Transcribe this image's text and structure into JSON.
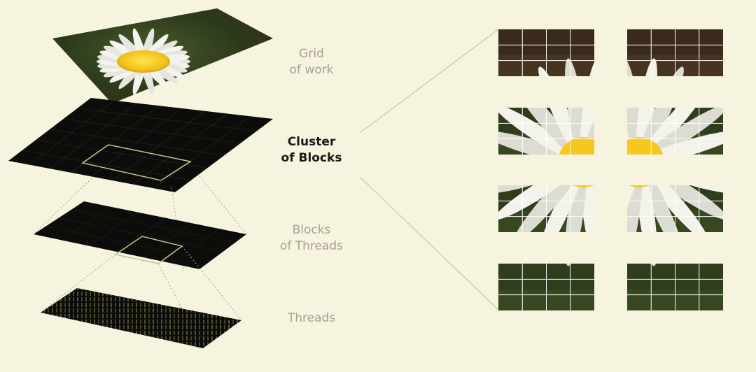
{
  "labels": {
    "grid": {
      "line1": "Grid",
      "line2": "of work"
    },
    "cluster": {
      "line1": "Cluster",
      "line2": "of Blocks"
    },
    "blocks": {
      "line1": "Blocks",
      "line2": "of Threads"
    },
    "threads": {
      "line1": "Threads"
    }
  },
  "colors": {
    "background": "#f6f3df",
    "inactive_label": "#a99f92",
    "active_label": "#1a1a1a",
    "highlight": "#c8c48a",
    "connector": "#b89a7e",
    "layer_fill": "#0c0c0a"
  }
}
